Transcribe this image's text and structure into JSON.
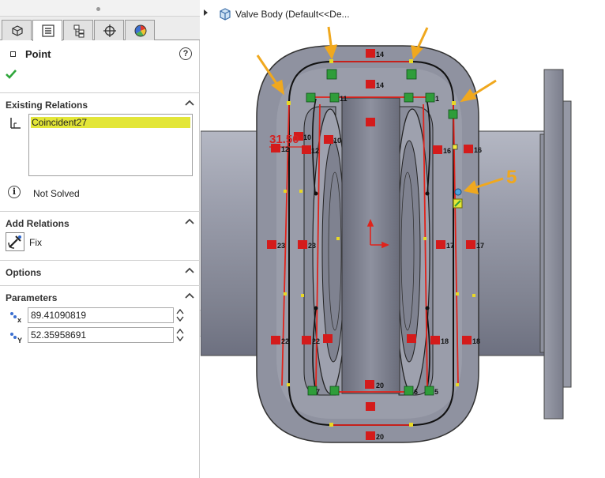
{
  "tree": {
    "part_name": "Valve Body  (Default<<De..."
  },
  "property_manager": {
    "title": "Point",
    "tab_icons": [
      "feature-manager-icon",
      "property-manager-icon",
      "configuration-manager-icon",
      "dimxpert-icon",
      "display-manager-icon"
    ],
    "existing_relations": {
      "header": "Existing Relations",
      "items": [
        "Coincident27"
      ]
    },
    "status": "Not Solved",
    "add_relations": {
      "header": "Add Relations",
      "fix_label": "Fix"
    },
    "options": {
      "header": "Options"
    },
    "parameters": {
      "header": "Parameters",
      "x_value": "89.41090819",
      "y_value": "52.35958691"
    }
  },
  "sketch": {
    "annotation_number": "5",
    "dimension_text": "31.50",
    "relation_labels": [
      "14",
      "14",
      "11",
      "1",
      "12",
      "10",
      "10",
      "16",
      "16",
      "12",
      "23",
      "23",
      "17",
      "17",
      "22",
      "22",
      "18",
      "18",
      "7",
      "6",
      "5",
      "20",
      "20"
    ]
  },
  "colors": {
    "sketch_line": "#e0231b",
    "relation_badge": "#d41b1b",
    "selected_relation": "#e3e638",
    "annotation_arrow": "#f0a81e",
    "part_fill": "#8f92a0"
  }
}
